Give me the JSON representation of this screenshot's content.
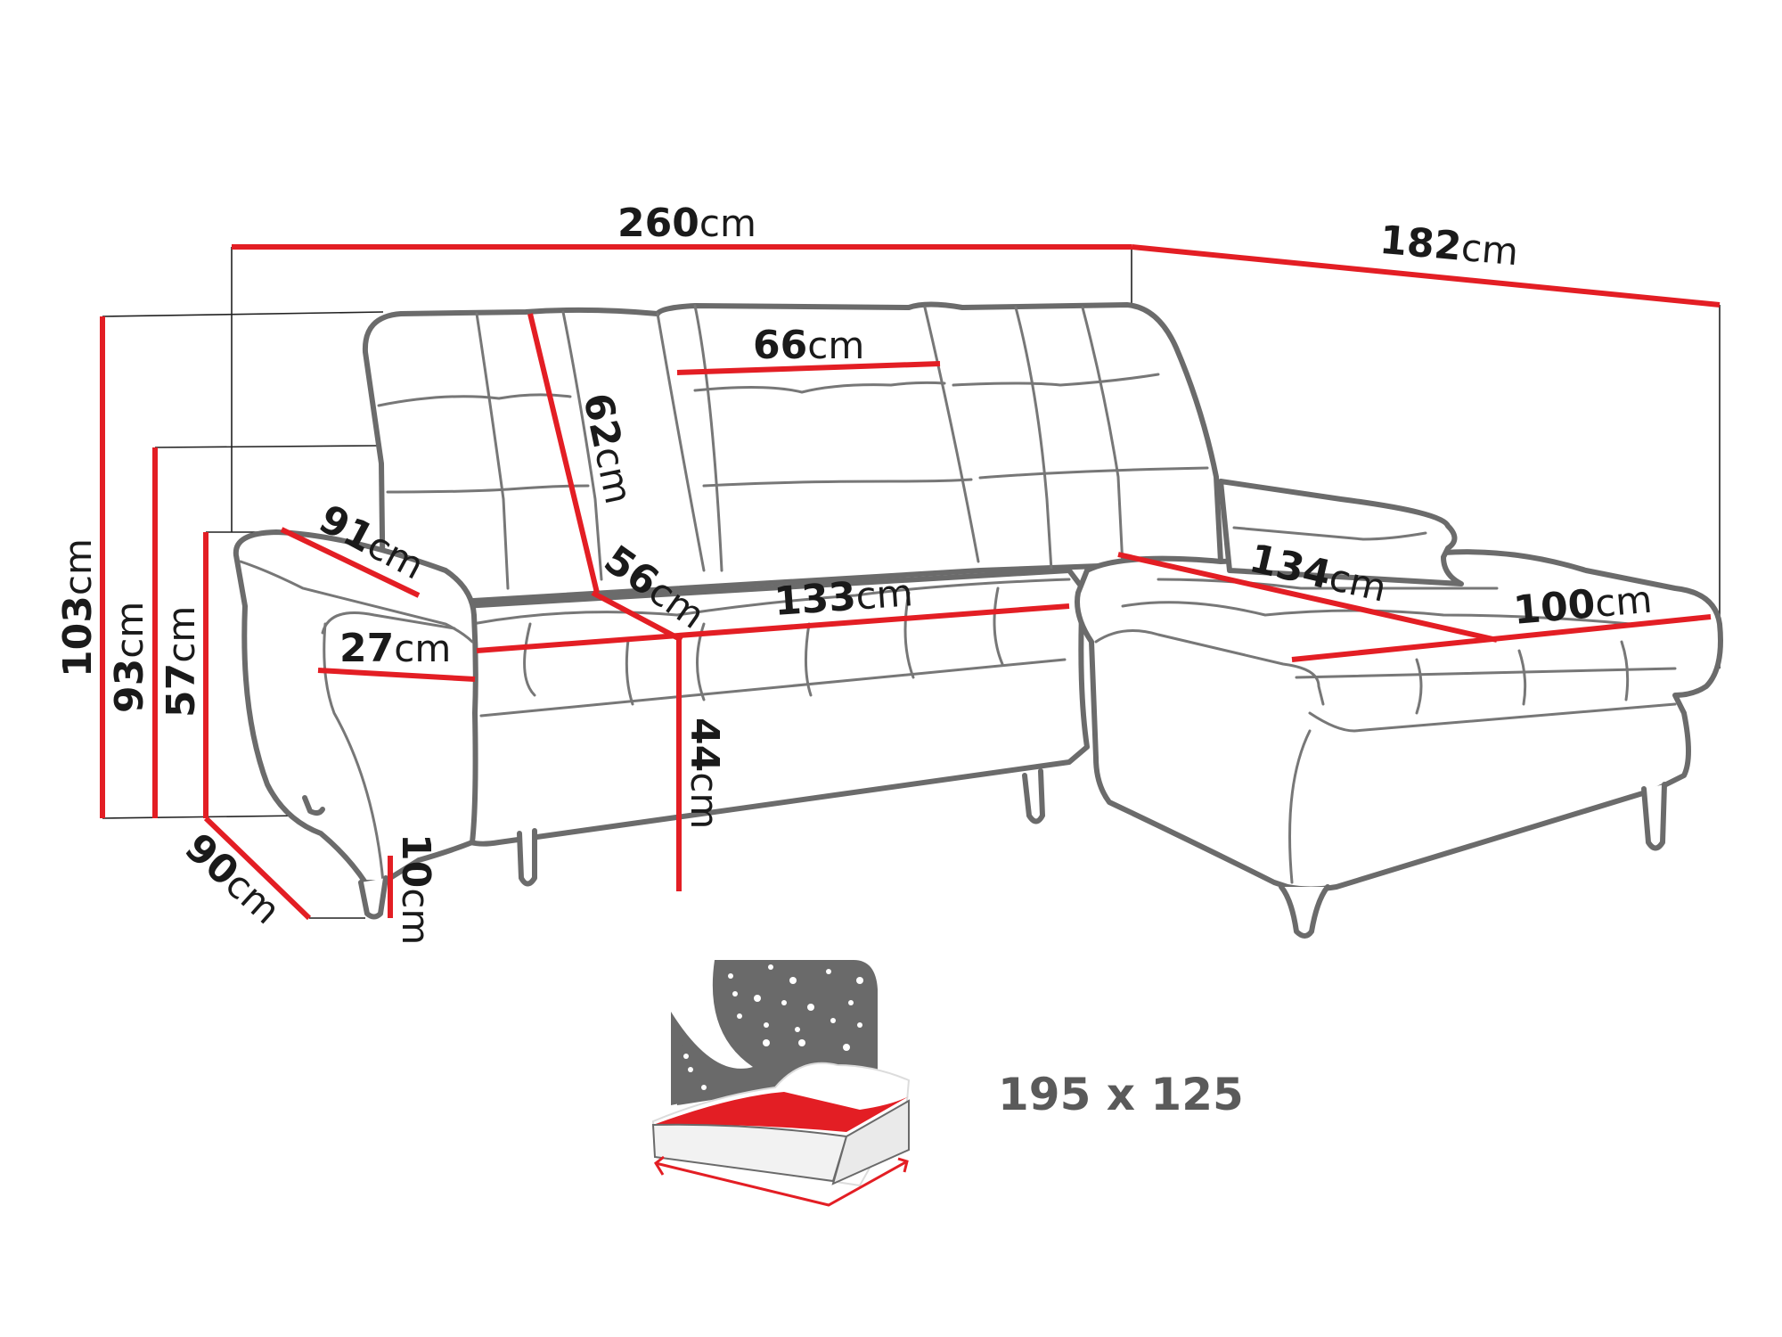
{
  "diagram": {
    "subject": "Corner sofa bed dimensions",
    "colors": {
      "dimension_line": "#e31e24",
      "outline": "#6b6b6b",
      "text": "#1a1a1a",
      "icon_gray": "#6a6a6a",
      "mattress_red": "#e31e24"
    },
    "unit": "cm",
    "dimensions": {
      "total_width": {
        "value": "260",
        "unit": "cm"
      },
      "chaise_depth": {
        "value": "182",
        "unit": "cm"
      },
      "total_height": {
        "value": "103",
        "unit": "cm"
      },
      "height_no_headrest": {
        "value": "93",
        "unit": "cm"
      },
      "armrest_height": {
        "value": "57",
        "unit": "cm"
      },
      "depth": {
        "value": "90",
        "unit": "cm"
      },
      "leg_height": {
        "value": "10",
        "unit": "cm"
      },
      "seat_height": {
        "value": "44",
        "unit": "cm"
      },
      "armrest_length": {
        "value": "91",
        "unit": "cm"
      },
      "armrest_width": {
        "value": "27",
        "unit": "cm"
      },
      "backrest_height": {
        "value": "62",
        "unit": "cm"
      },
      "seat_depth": {
        "value": "56",
        "unit": "cm"
      },
      "seat_width": {
        "value": "133",
        "unit": "cm"
      },
      "headrest_width": {
        "value": "66",
        "unit": "cm"
      },
      "chaise_length": {
        "value": "134",
        "unit": "cm"
      },
      "chaise_width": {
        "value": "100",
        "unit": "cm"
      }
    },
    "sleeping_area": {
      "label": "195 x 125",
      "icon": "bed-night-icon"
    }
  }
}
